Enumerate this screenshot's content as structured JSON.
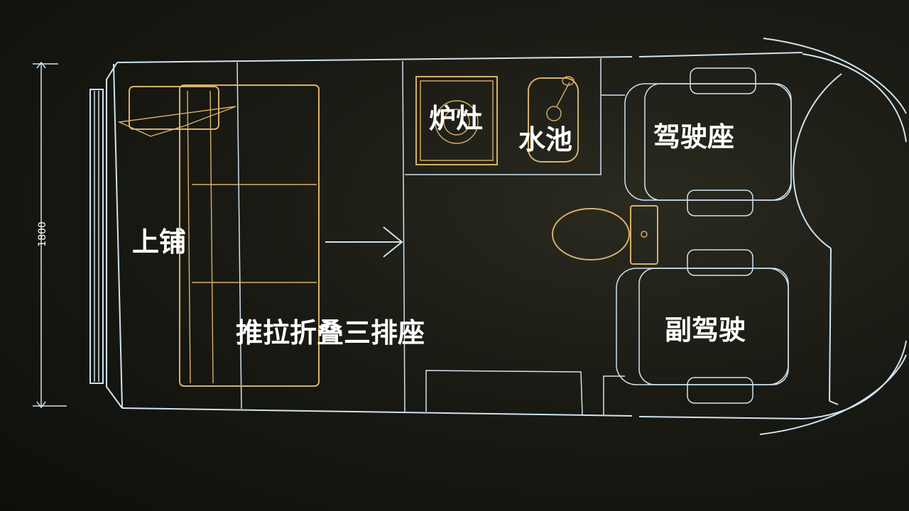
{
  "dimension": {
    "value": "1800"
  },
  "labels": {
    "upper_bunk": "上铺",
    "folding_seat": "推拉折叠三排座",
    "stove": "炉灶",
    "sink": "水池",
    "driver_seat": "驾驶座",
    "passenger_seat": "副驾驶"
  },
  "colors": {
    "wall_line": "#cfe3ef",
    "fixture_line": "#d8b06a",
    "label_text": "#ffffff",
    "background": "#141510"
  }
}
